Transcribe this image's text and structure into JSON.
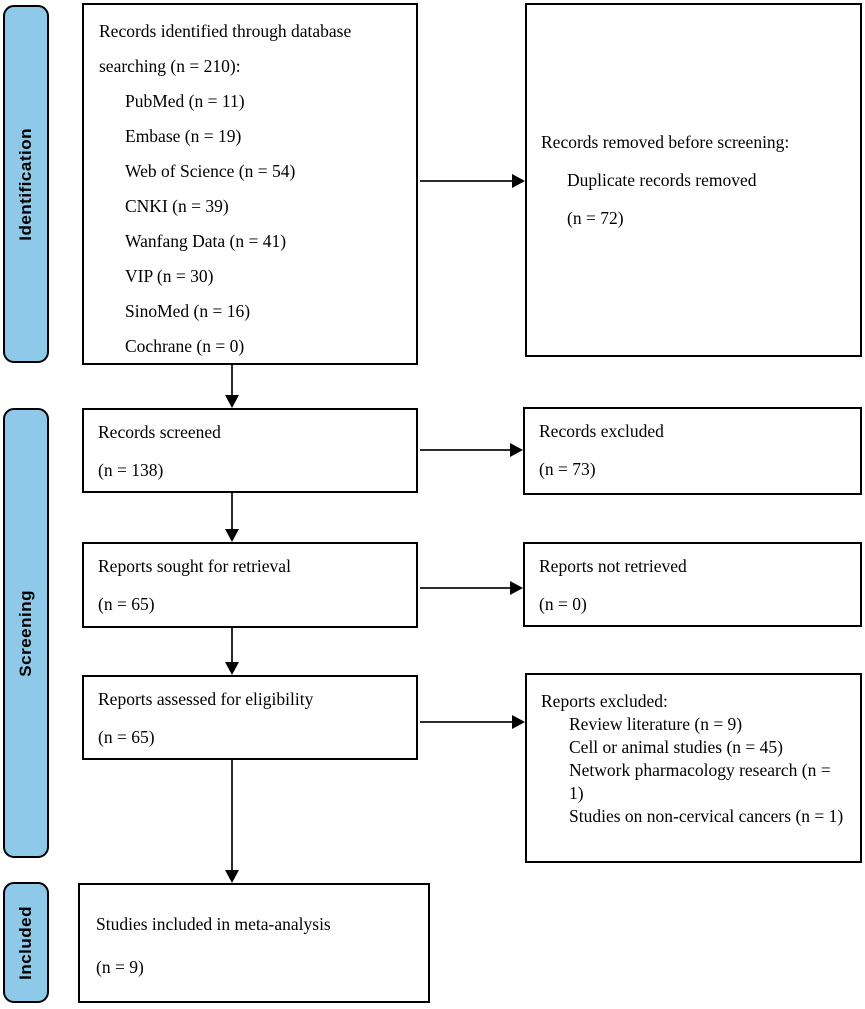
{
  "figure": {
    "kind": "prisma-flow-diagram"
  },
  "stages": {
    "identification": "Identification",
    "screening": "Screening",
    "included": "Included"
  },
  "boxes": {
    "identified": {
      "title_line1": "Records identified through database",
      "title_line2": "searching (n = 210):",
      "items": [
        "PubMed (n = 11)",
        "Embase (n = 19)",
        "Web of Science (n = 54)",
        "CNKI (n = 39)",
        "Wanfang Data (n = 41)",
        "VIP (n = 30)",
        "SinoMed (n = 16)",
        "Cochrane (n = 0)"
      ]
    },
    "removed": {
      "title": "Records removed before screening:",
      "items": [
        "Duplicate records removed",
        "(n = 72)"
      ]
    },
    "screened": {
      "line1": "Records screened",
      "line2": "(n = 138)"
    },
    "records_excluded": {
      "line1": "Records excluded",
      "line2": "(n = 73)"
    },
    "sought": {
      "line1": "Reports sought for retrieval",
      "line2": "(n = 65)"
    },
    "not_retrieved": {
      "line1": "Reports not retrieved",
      "line2": "(n = 0)"
    },
    "assessed": {
      "line1": "Reports assessed for eligibility",
      "line2": "(n = 65)"
    },
    "reports_excluded": {
      "title": "Reports excluded:",
      "items": [
        "Review literature (n = 9)",
        "Cell or animal studies (n = 45)",
        "Network pharmacology research (n = 1)",
        "Studies on non-cervical cancers (n = 1)"
      ]
    },
    "included_meta": {
      "line1": "Studies included in meta-analysis",
      "line2": "(n = 9)"
    }
  },
  "colors": {
    "stage_fill": "#8FC9E9",
    "stage_border": "#000000",
    "box_border": "#000000",
    "arrow": "#000000",
    "text": "#000000",
    "background": "#FFFFFF"
  }
}
